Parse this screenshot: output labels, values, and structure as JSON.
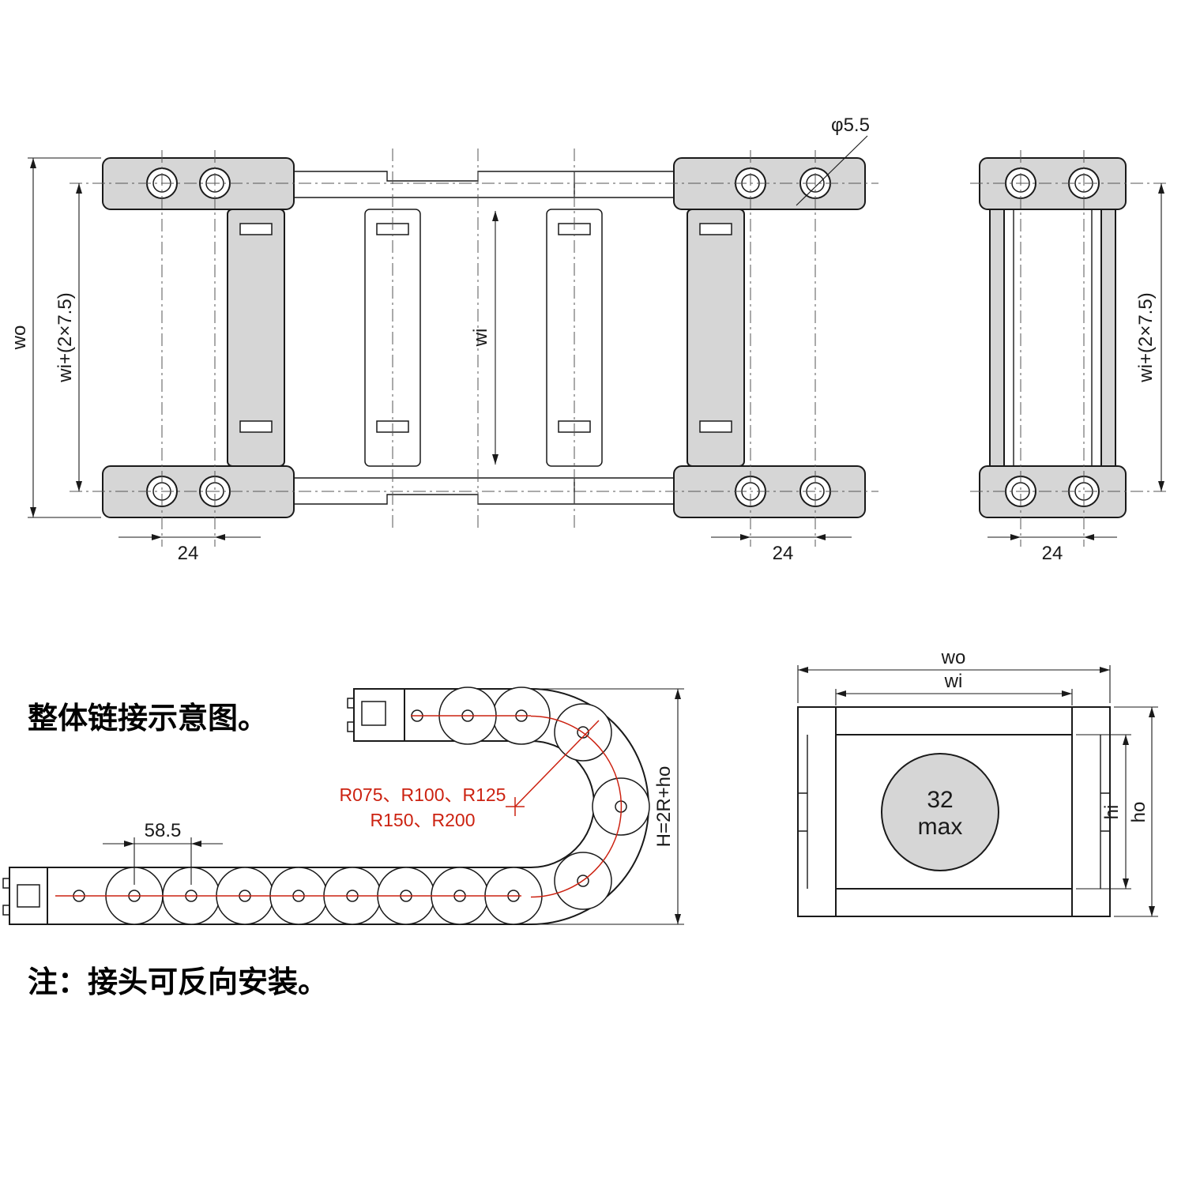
{
  "page": {
    "title": "整体链接示意图。",
    "note": "注：接头可反向安装。"
  },
  "plan_view": {
    "dim_outer_width": "wo",
    "dim_mount_width": "wi+(2×7.5)",
    "dim_inner_width": "wi",
    "dim_hole_pitch_left": "24",
    "dim_hole_pitch_right": "24",
    "hole_diameter": "φ5.5"
  },
  "end_view": {
    "dim_mount_width": "wi+(2×7.5)",
    "dim_hole_pitch": "24"
  },
  "bend_view": {
    "dim_link_pitch": "58.5",
    "bend_radii_line1": "R075、R100、R125",
    "bend_radii_line2": "R150、R200",
    "dim_bend_height": "H=2R+ho"
  },
  "section_view": {
    "dim_outer_width": "wo",
    "dim_inner_width": "wi",
    "dim_inner_height": "hi",
    "dim_outer_height": "ho",
    "bore_line1": "32",
    "bore_line2": "max"
  },
  "colors": {
    "line": "#1a1a1a",
    "fill-grey": "#d6d6d6",
    "accent-red": "#cc2211",
    "centerline": "#555555"
  }
}
